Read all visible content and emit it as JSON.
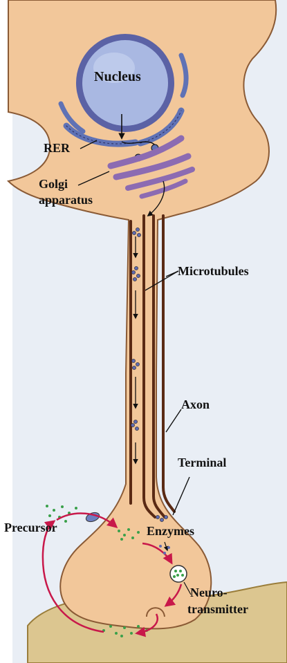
{
  "labels": {
    "nucleus": "Nucleus",
    "rer": "RER",
    "golgi_line1": "Golgi",
    "golgi_line2": "apparatus",
    "microtubules": "Microtubules",
    "axon": "Axon",
    "terminal": "Terminal",
    "precursor": "Precursor",
    "enzymes": "Enzymes",
    "neuro_line1": "Neuro-",
    "neuro_line2": "transmitter"
  },
  "colors": {
    "background": "#ffffff",
    "page_tint": "#e7edf4",
    "cell_body": "#f2c79a",
    "cell_outline": "#8a5a35",
    "nucleus_fill": "#a6b5e0",
    "nucleus_ring": "#5b62a5",
    "rer": "#5f72b5",
    "golgi": "#8c6bb2",
    "microtubule": "#5a2a14",
    "vesicle": "#5f6ab0",
    "precursor_dot": "#3aa04a",
    "arrow_red": "#c8184a",
    "postsynaptic": "#d9c28a",
    "transporter": "#6d7fc0"
  }
}
